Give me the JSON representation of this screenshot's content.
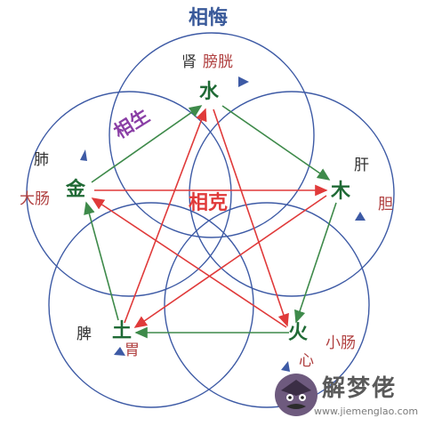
{
  "title": "相悔",
  "sheng_label": "相生",
  "ke_label": "相克",
  "elements": {
    "water": "水",
    "wood": "木",
    "fire": "火",
    "earth": "土",
    "metal": "金"
  },
  "organs": {
    "kidney": "肾",
    "bladder": "膀胱",
    "liver": "肝",
    "gallbladder": "胆",
    "heart": "心",
    "small_intestine": "小肠",
    "spleen": "脾",
    "stomach": "胃",
    "lung": "肺",
    "large_intestine": "大肠"
  },
  "watermark": {
    "title": "解梦佬",
    "url": "www.jiemenglao.com"
  },
  "colors": {
    "outer_circles": "#3d5aa5",
    "sheng_arrows": "#3e8a4a",
    "ke_arrows": "#e03a3a"
  }
}
